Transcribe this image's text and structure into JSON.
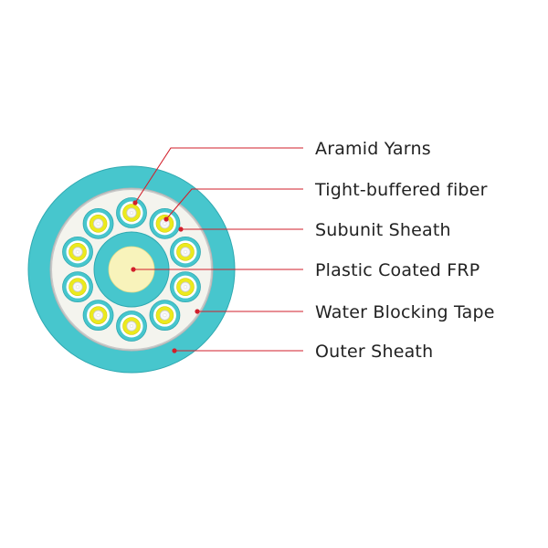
{
  "labels": [
    "Aramid Yarns",
    "Tight-buffered fiber",
    "Subunit Sheath",
    "Plastic Coated FRP",
    "Water Blocking Tape",
    "Outer Sheath"
  ],
  "colors": {
    "sheath": "#47c6cd",
    "sheath_stroke": "#2fa9b1",
    "yarn_fill": "#f4f4ee",
    "tape": "#c9c9c9",
    "buffer": "#ecea1d",
    "fiber_core": "#f7f7f7",
    "frp": "#f8f3bb",
    "leader": "#d21f2b",
    "text": "#222222"
  },
  "subunit_count": 10
}
